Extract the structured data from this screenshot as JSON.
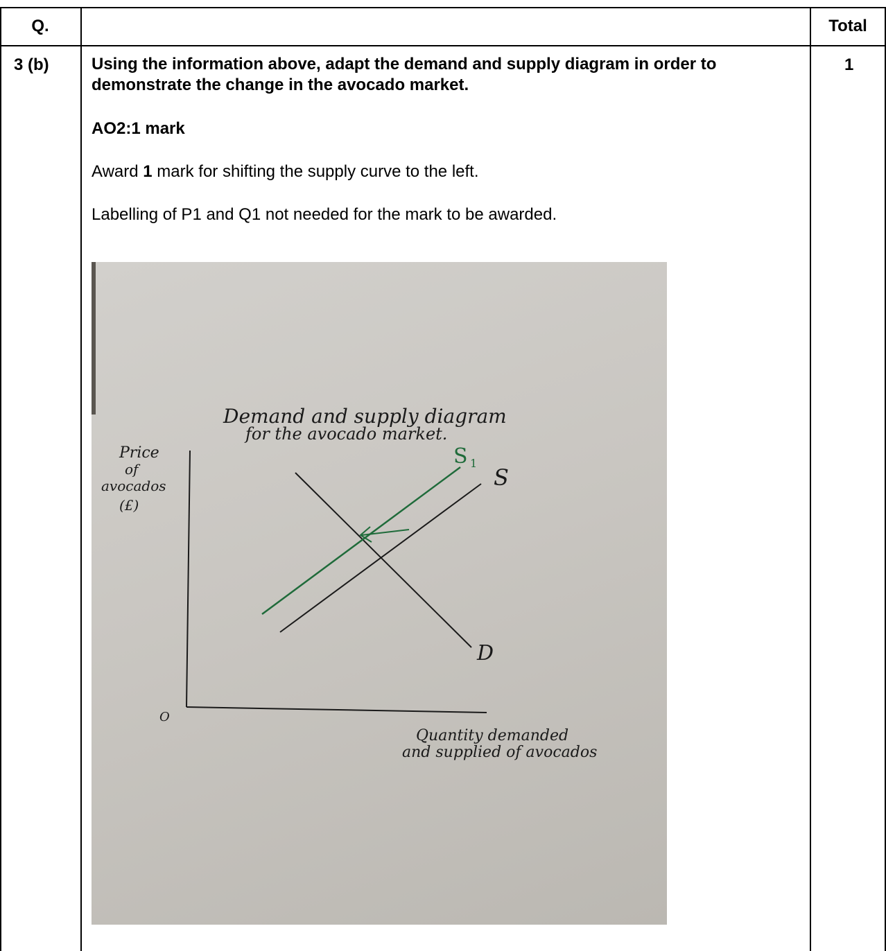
{
  "table": {
    "header": {
      "q": "Q.",
      "middle": "",
      "total": "Total"
    },
    "row": {
      "q": "3 (b)",
      "question": "Using the information above, adapt the demand and supply diagram in order to demonstrate the change in the avocado market.",
      "ao_label": "AO2:1 mark",
      "award_prefix": "Award ",
      "award_bold": "1",
      "award_suffix": " mark for shifting the supply curve to the left.",
      "labelling_note": "Labelling of P1 and Q1 not needed for the mark to be awarded.",
      "total": "1"
    }
  },
  "diagram": {
    "title_line1": "Demand and supply diagram",
    "title_line2": "for the avocado market.",
    "y_label_1": "Price",
    "y_label_2": "of",
    "y_label_3": "avocados",
    "y_label_4": "(£)",
    "origin": "O",
    "x_label_1": "Quantity demanded",
    "x_label_2": "and supplied of avocados",
    "label_s1": "S",
    "label_s1_sub": "1",
    "label_s": "S",
    "label_d": "D",
    "ink_color": "#1a1a1a",
    "shift_color": "#1f6b3a"
  }
}
